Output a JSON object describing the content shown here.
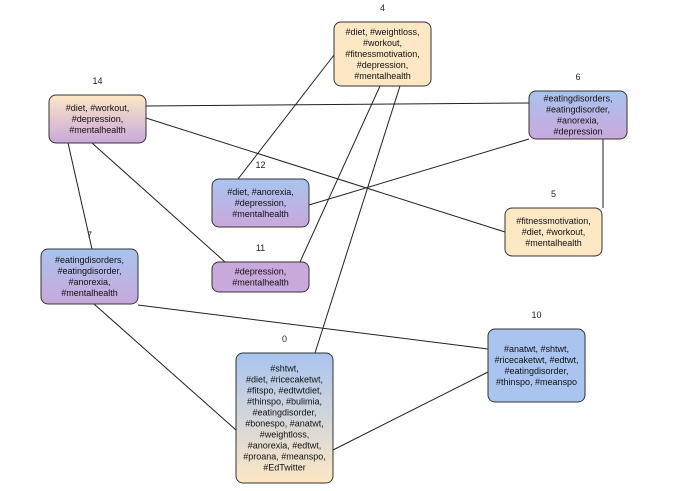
{
  "nodes": [
    {
      "id": "4",
      "label": "4",
      "lines": [
        "#diet, #weightloss,",
        "#workout,",
        "#fitnessmotivation,",
        "#depression,",
        "#mentalhealth"
      ],
      "style": "orange"
    },
    {
      "id": "14",
      "label": "14",
      "lines": [
        "#diet, #workout,",
        "#depression,",
        "#mentalhealth"
      ],
      "style": "orange-purple"
    },
    {
      "id": "6",
      "label": "6",
      "lines": [
        "#eatingdisorders,",
        "#eatingdisorder,",
        "#anorexia,",
        "#depression"
      ],
      "style": "blue-purple"
    },
    {
      "id": "12",
      "label": "12",
      "lines": [
        "#diet, #anorexia,",
        "#depression,",
        "#mentalhealth"
      ],
      "style": "blue-purple"
    },
    {
      "id": "5",
      "label": "5",
      "lines": [
        "#fitnessmotivation,",
        "#diet, #workout,",
        "#mentalhealth"
      ],
      "style": "orange"
    },
    {
      "id": "7",
      "label": "7",
      "lines": [
        "#eatingdisorders,",
        "#eatingdisorder,",
        "#anorexia,",
        "#mentalhealth"
      ],
      "style": "blue-purple"
    },
    {
      "id": "11",
      "label": "11",
      "lines": [
        "#depression,",
        "#mentalhealth"
      ],
      "style": "purple"
    },
    {
      "id": "10",
      "label": "10",
      "lines": [
        "#anatwt, #shtwt,",
        "#ricecaketwt, #edtwt,",
        "#eatingdisorder,",
        "#thinspo, #meanspo"
      ],
      "style": "blue"
    },
    {
      "id": "0",
      "label": "0",
      "lines": [
        "#shtwt,",
        "#diet, #ricecaketwt,",
        "#fitspo, #edtwtdiet,",
        "#thinspo, #bulimia,",
        "#eatingdisorder,",
        "#bonespo, #anatwt,",
        "#weightloss,",
        "#anorexia, #edtwt,",
        "#proana, #meanspo,",
        "#EdTwitter"
      ],
      "style": "blue-orange"
    }
  ],
  "edges": [
    [
      "4",
      "12"
    ],
    [
      "4",
      "11"
    ],
    [
      "4",
      "0"
    ],
    [
      "14",
      "6"
    ],
    [
      "14",
      "5"
    ],
    [
      "14",
      "11"
    ],
    [
      "14",
      "7"
    ],
    [
      "6",
      "12"
    ],
    [
      "6",
      "5"
    ],
    [
      "7",
      "10"
    ],
    [
      "7",
      "0"
    ],
    [
      "10",
      "0"
    ]
  ],
  "colors": {
    "orange": "#fde7c4",
    "purple": "#c9a8db",
    "blue": "#a8c4ef",
    "border": "#333333",
    "edge": "#222222"
  }
}
